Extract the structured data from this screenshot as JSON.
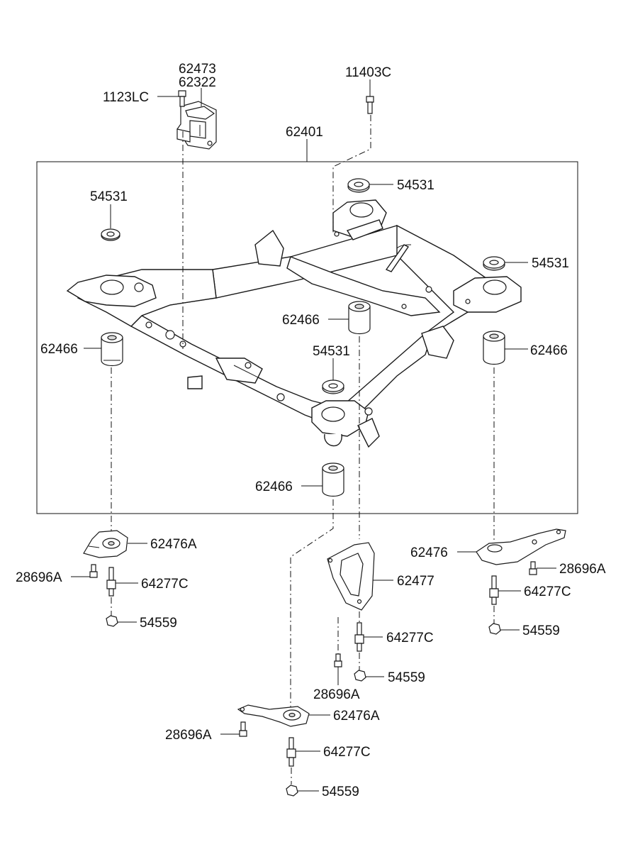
{
  "labels": {
    "l62473": "62473",
    "l62322": "62322",
    "l1123LC": "1123LC",
    "l11403C": "11403C",
    "l62401": "62401",
    "l54531_a": "54531",
    "l54531_b": "54531",
    "l54531_c": "54531",
    "l54531_d": "54531",
    "l62466_a": "62466",
    "l62466_b": "62466",
    "l62466_c": "62466",
    "l62466_d": "62466",
    "l62476A_a": "62476A",
    "l28696A_a": "28696A",
    "l64277C_a": "64277C",
    "l54559_a": "54559",
    "l62477": "62477",
    "l64277C_b": "64277C",
    "l54559_b": "54559",
    "l28696A_b": "28696A",
    "l62476": "62476",
    "l28696A_c": "28696A",
    "l64277C_c": "64277C",
    "l54559_c": "54559",
    "l62476A_b": "62476A",
    "l28696A_d": "28696A",
    "l64277C_d": "64277C",
    "l54559_d": "54559"
  }
}
